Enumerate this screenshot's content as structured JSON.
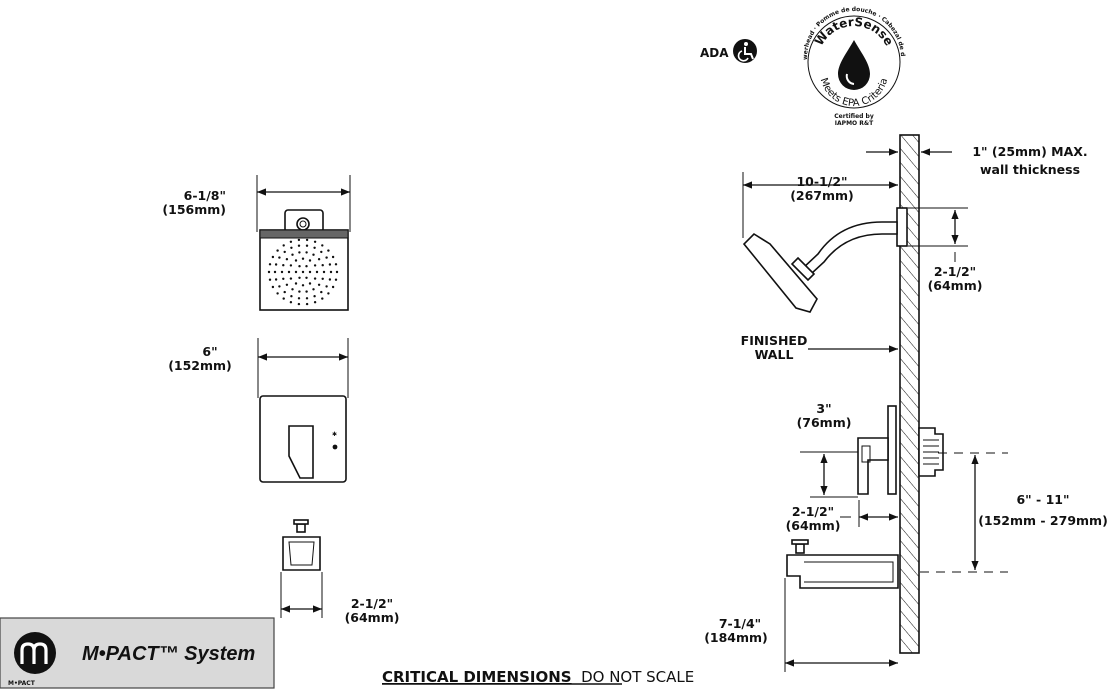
{
  "badges": {
    "ada": "ADA",
    "watersense": {
      "arc_top": "WaterSense",
      "arc_bottom": "Meets EPA Criteria",
      "tiny_arc": "Showerhead · Pomme de douche · Cabezal de ducha",
      "certified_line1": "Certified by",
      "certified_line2": "IAPMO R&T"
    }
  },
  "left_views": {
    "showerhead_width": {
      "imperial": "6-1/8\"",
      "metric": "(156mm)"
    },
    "valve_trim_width": {
      "imperial": "6\"",
      "metric": "(152mm)"
    },
    "spout_width": {
      "imperial": "2-1/2\"",
      "metric": "(64mm)"
    }
  },
  "side_view": {
    "wall_max": {
      "line1": "1\" (25mm) MAX.",
      "line2": "wall thickness"
    },
    "arm_reach": {
      "imperial": "10-1/2\"",
      "metric": "(267mm)"
    },
    "arm_height": {
      "imperial": "2-1/2\"",
      "metric": "(64mm)"
    },
    "finished_wall": {
      "line1": "FINISHED",
      "line2": "WALL"
    },
    "valve_height": {
      "imperial": "3\"",
      "metric": "(76mm)"
    },
    "valve_depth": {
      "imperial": "2-1/2\"",
      "metric": "(64mm)"
    },
    "valve_to_spout": {
      "imperial": "6\" - 11\"",
      "metric": "(152mm - 279mm)"
    },
    "spout_reach": {
      "imperial": "7-1/4\"",
      "metric": "(184mm)"
    }
  },
  "footer": {
    "critical": "CRITICAL DIMENSIONS",
    "do_not_scale": "DO NOT SCALE",
    "brand_system": "M•PACT™ System",
    "brand_logo_text": "M•PACT"
  }
}
